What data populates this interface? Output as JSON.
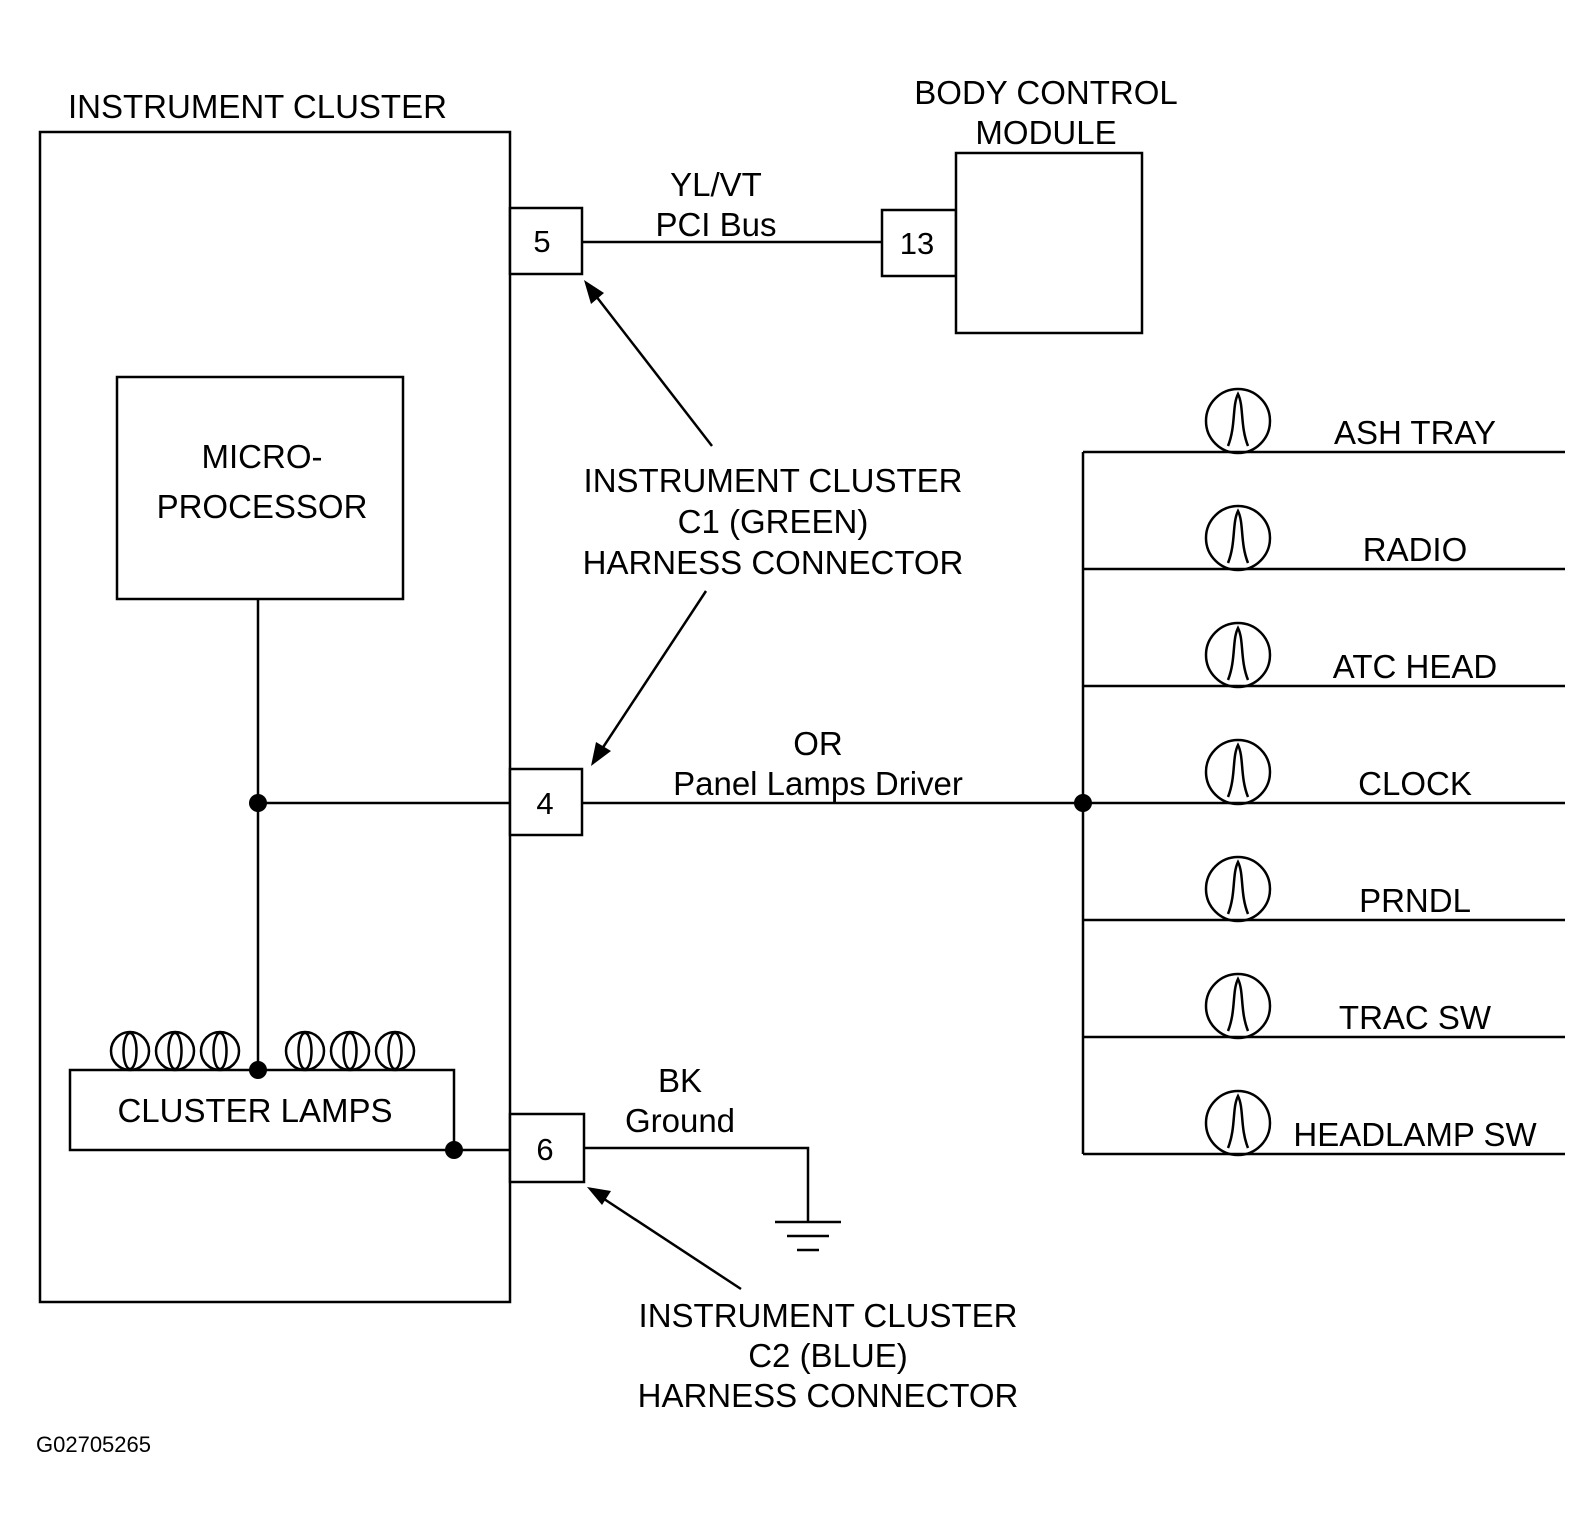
{
  "labels": {
    "instrument_cluster": "INSTRUMENT CLUSTER",
    "bcm_line1": "BODY CONTROL",
    "bcm_line2": "MODULE",
    "micro_line1": "MICRO-",
    "micro_line2": "PROCESSOR",
    "cluster_lamps": "CLUSTER LAMPS",
    "pci_color": "YL/VT",
    "pci_name": "PCI Bus",
    "panel_color": "OR",
    "panel_name": "Panel Lamps Driver",
    "ground_color": "BK",
    "ground_name": "Ground",
    "c1_line1": "INSTRUMENT CLUSTER",
    "c1_line2": "C1 (GREEN)",
    "c1_line3": "HARNESS CONNECTOR",
    "c2_line1": "INSTRUMENT CLUSTER",
    "c2_line2": "C2 (BLUE)",
    "c2_line3": "HARNESS CONNECTOR",
    "figure_id": "G02705265"
  },
  "pins": {
    "pci": "5",
    "bcm": "13",
    "panel": "4",
    "ground": "6"
  },
  "lamps": [
    "ASH TRAY",
    "RADIO",
    "ATC HEAD",
    "CLOCK",
    "PRNDL",
    "TRAC SW",
    "HEADLAMP SW"
  ]
}
